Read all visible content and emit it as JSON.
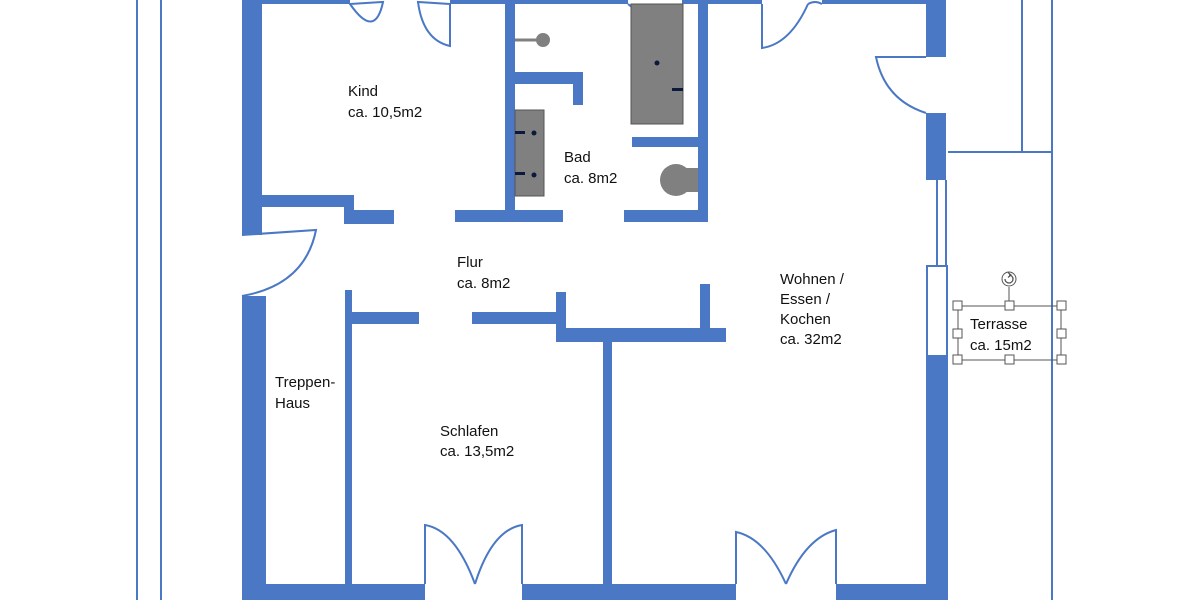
{
  "colors": {
    "wall": "#4a78c4",
    "fixture": "#808080",
    "fixture_mark": "#0b1a3a",
    "selection": "#555555",
    "text": "#111111"
  },
  "rooms": {
    "kind": {
      "name": "Kind",
      "area": "ca. 10,5m2"
    },
    "bad": {
      "name": "Bad",
      "area": "ca. 8m2"
    },
    "flur": {
      "name": "Flur",
      "area": "ca. 8m2"
    },
    "wohnen": {
      "line1": "Wohnen /",
      "line2": "Essen /",
      "line3": "Kochen",
      "area": "ca. 32m2"
    },
    "treppenhaus": {
      "line1": "Treppen-",
      "line2": "Haus"
    },
    "schlafen": {
      "name": "Schlafen",
      "area": "ca. 13,5m2"
    },
    "terrasse": {
      "name": "Terrasse",
      "area": "ca. 15m2"
    }
  },
  "icons": {
    "rotate": "rotate-handle-icon",
    "shower": "shower-head-icon",
    "toilet": "toilet-icon",
    "sink": "sink-icon",
    "tub": "bathtub-icon"
  }
}
